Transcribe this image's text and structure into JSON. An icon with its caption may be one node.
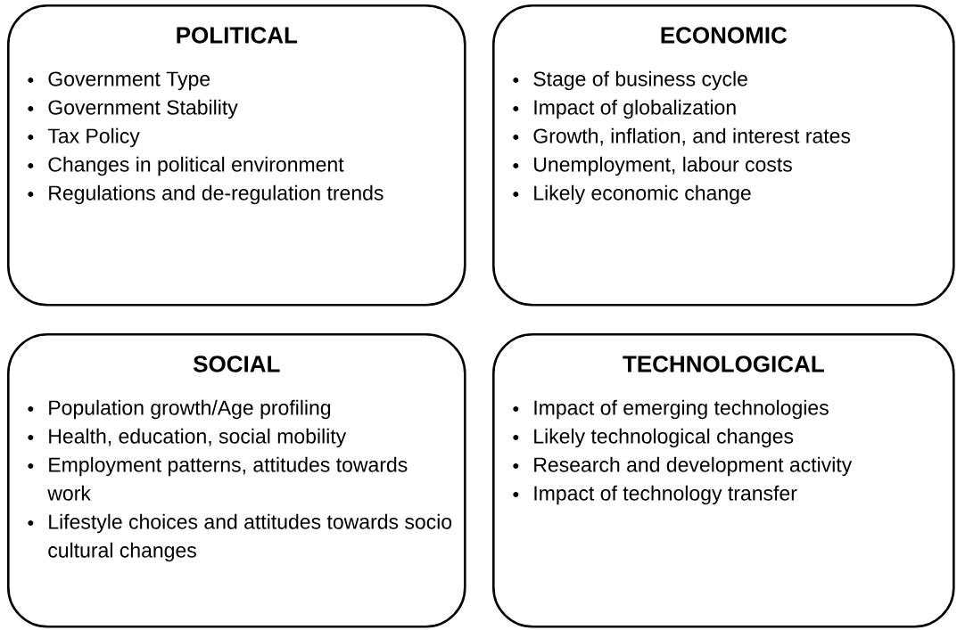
{
  "diagram": {
    "nodes": [
      {
        "text": [
          "POLITICAL",
          "Government Type",
          "Government Stability",
          "Tax Policy",
          "Changes in political environment",
          "Regulations and de-regulation trends"
        ]
      },
      {
        "text": [
          "ECONOMIC",
          "Stage of business cycle",
          "Impact of globalization",
          "Growth, inflation, and interest rates",
          "Unemployment, labour costs",
          "Likely economic change"
        ]
      },
      {
        "text": [
          "SOCIAL",
          "Population growth/Age profiling",
          "Health, education, social mobility",
          "Employment patterns, attitudes towards work",
          "Lifestyle choices and attitudes towards socio cultural changes"
        ]
      },
      {
        "text": [
          "TECHNOLOGICAL",
          "Impact of emerging technologies",
          "Likely technological changes",
          "Research and development activity",
          "Impact of technology transfer"
        ]
      }
    ]
  }
}
